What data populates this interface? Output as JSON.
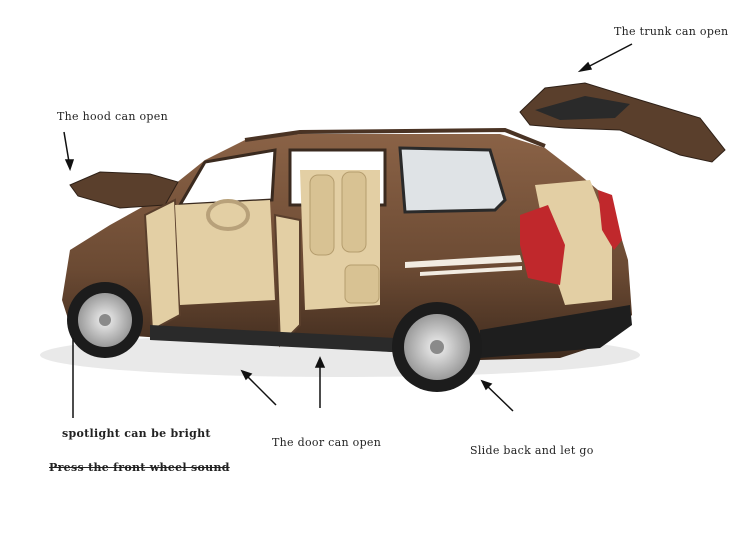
{
  "annotations": {
    "trunk": "The trunk can open",
    "hood": "The hood can open",
    "spotlight": "spotlight can be  bright",
    "front_wheel": "Press the front wheel sound",
    "door": "The door can open",
    "slide": "Slide back and let go"
  },
  "colors": {
    "body": "#6b4a33",
    "body_light": "#8a6246",
    "interior": "#e3cfa4",
    "tyre": "#1c1c1c",
    "rim": "#cfcfcf",
    "tail_light": "#c0282c"
  }
}
